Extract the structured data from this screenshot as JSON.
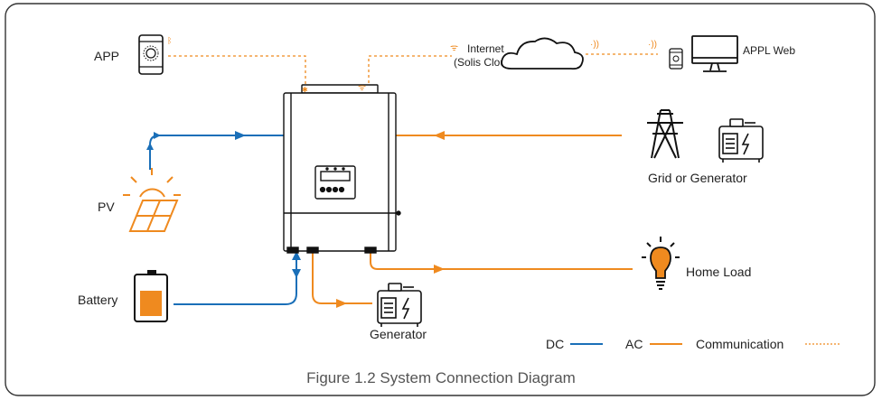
{
  "labels": {
    "app": "APP",
    "internet": "Internet",
    "solis_cloud": "(Solis Cloud)",
    "appl_web": "APPL Web",
    "pv": "PV",
    "battery": "Battery",
    "grid_or_generator": "Grid or Generator",
    "home_load": "Home Load",
    "generator": "Generator"
  },
  "legend": {
    "dc": "DC",
    "ac": "AC",
    "communication": "Communication"
  },
  "caption": "Figure 1.2 System Connection Diagram",
  "colors": {
    "dc": "#1a6fb8",
    "ac": "#ef8a1f",
    "border": "#333333",
    "icon": "#111111"
  }
}
